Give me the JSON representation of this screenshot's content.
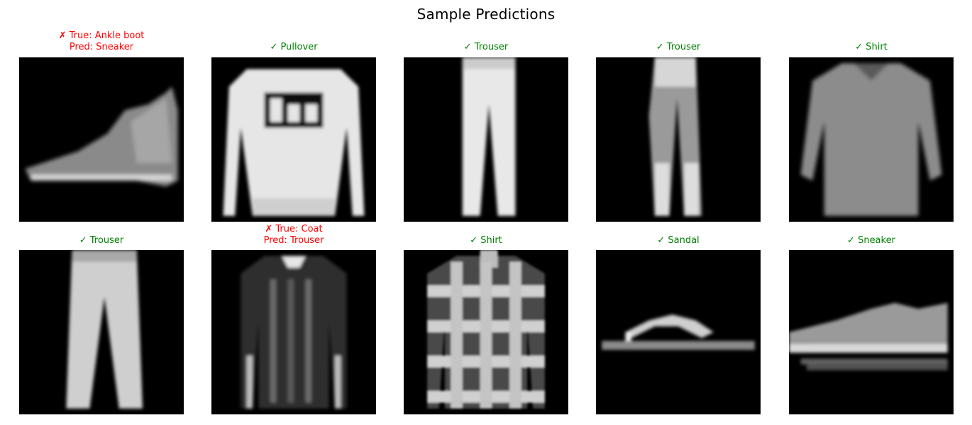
{
  "figure": {
    "title": "Sample Predictions"
  },
  "items": [
    {
      "line1": "✗ True: Ankle boot",
      "line2": "Pred: Sneaker",
      "status": "wrong",
      "kind": "boot"
    },
    {
      "line1": "✓ Pullover",
      "line2": "",
      "status": "correct",
      "kind": "pullover"
    },
    {
      "line1": "✓ Trouser",
      "line2": "",
      "status": "correct",
      "kind": "trouser"
    },
    {
      "line1": "✓ Trouser",
      "line2": "",
      "status": "correct",
      "kind": "trouser-thin"
    },
    {
      "line1": "✓ Shirt",
      "line2": "",
      "status": "correct",
      "kind": "shirt"
    },
    {
      "line1": "✓ Trouser",
      "line2": "",
      "status": "correct",
      "kind": "trouser-wide"
    },
    {
      "line1": "✗ True: Coat",
      "line2": "Pred: Trouser",
      "status": "wrong",
      "kind": "coat"
    },
    {
      "line1": "✓ Shirt",
      "line2": "",
      "status": "correct",
      "kind": "plaid"
    },
    {
      "line1": "✓ Sandal",
      "line2": "",
      "status": "correct",
      "kind": "sandal"
    },
    {
      "line1": "✓ Sneaker",
      "line2": "",
      "status": "correct",
      "kind": "sneaker"
    }
  ],
  "colors": {
    "correct": "#008000",
    "wrong": "#ff0000",
    "image_background": "#000000"
  }
}
